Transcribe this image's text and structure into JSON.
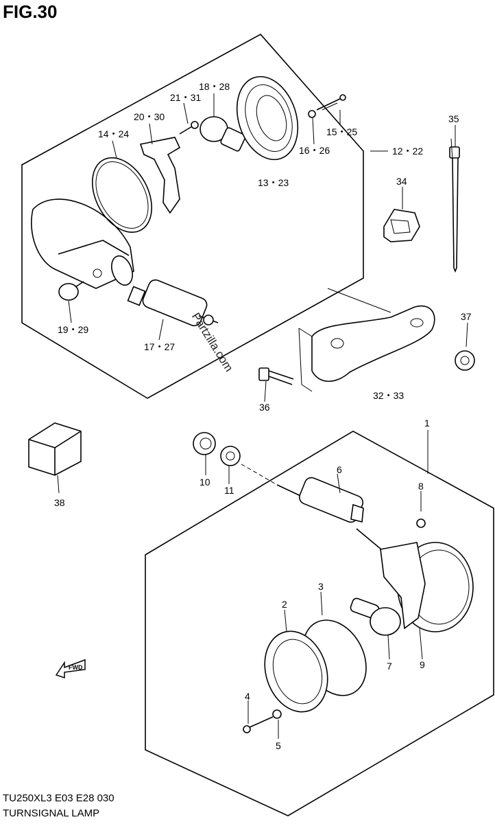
{
  "figure": {
    "title": "FIG.30",
    "model_code": "TU250XL3  E03  E28  030",
    "caption": "TURNSIGNAL LAMP",
    "watermark": "Partzilla.com",
    "fwd_label": "FWD"
  },
  "callouts": [
    {
      "id": "c-35",
      "label": "35"
    },
    {
      "id": "c-18-28",
      "label": "18・28"
    },
    {
      "id": "c-21-31",
      "label": "21・31"
    },
    {
      "id": "c-20-30",
      "label": "20・30"
    },
    {
      "id": "c-14-24",
      "label": "14・24"
    },
    {
      "id": "c-15-25",
      "label": "15・25"
    },
    {
      "id": "c-16-26",
      "label": "16・26"
    },
    {
      "id": "c-12-22",
      "label": "12・22"
    },
    {
      "id": "c-13-23",
      "label": "13・23"
    },
    {
      "id": "c-34",
      "label": "34"
    },
    {
      "id": "c-19-29",
      "label": "19・29"
    },
    {
      "id": "c-17-27",
      "label": "17・27"
    },
    {
      "id": "c-37",
      "label": "37"
    },
    {
      "id": "c-36",
      "label": "36"
    },
    {
      "id": "c-32-33",
      "label": "32・33"
    },
    {
      "id": "c-1",
      "label": "1"
    },
    {
      "id": "c-10",
      "label": "10"
    },
    {
      "id": "c-11",
      "label": "11"
    },
    {
      "id": "c-6",
      "label": "6"
    },
    {
      "id": "c-8",
      "label": "8"
    },
    {
      "id": "c-38",
      "label": "38"
    },
    {
      "id": "c-3",
      "label": "3"
    },
    {
      "id": "c-2",
      "label": "2"
    },
    {
      "id": "c-7",
      "label": "7"
    },
    {
      "id": "c-9",
      "label": "9"
    },
    {
      "id": "c-4",
      "label": "4"
    },
    {
      "id": "c-5",
      "label": "5"
    }
  ]
}
